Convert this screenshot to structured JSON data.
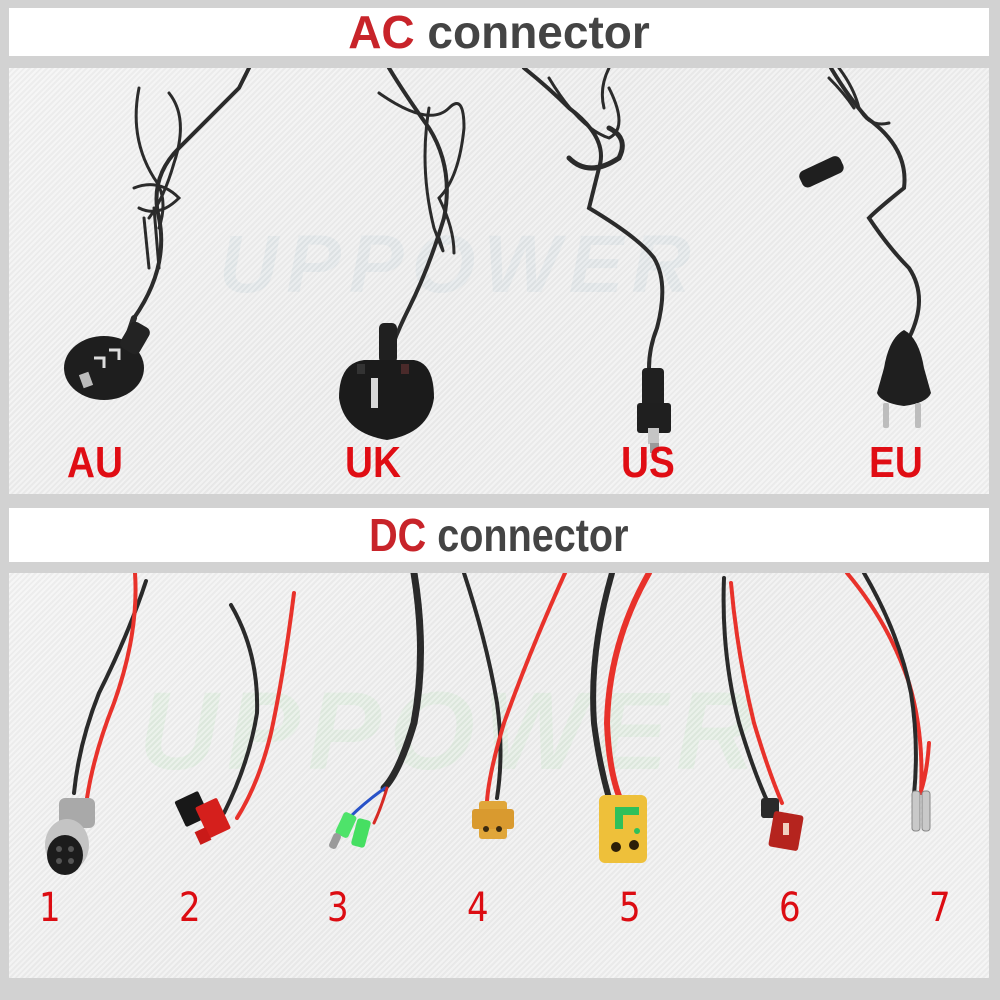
{
  "ac_section": {
    "title_accent": "AC",
    "title_rest": " connector",
    "watermark": "UPPOWER",
    "plugs": [
      {
        "label": "AU",
        "type": "australian-plug"
      },
      {
        "label": "UK",
        "type": "british-plug"
      },
      {
        "label": "US",
        "type": "us-plug"
      },
      {
        "label": "EU",
        "type": "european-plug"
      }
    ]
  },
  "dc_section": {
    "title_accent": "DC",
    "title_rest": " connector",
    "watermark": "UPPOWER",
    "connectors": [
      {
        "label": "1",
        "type": "gx-aviation-connector"
      },
      {
        "label": "2",
        "type": "anderson-powerpole-connector"
      },
      {
        "label": "3",
        "type": "green-spade-terminal-connector"
      },
      {
        "label": "4",
        "type": "xt60-connector"
      },
      {
        "label": "5",
        "type": "xt90-anti-spark-connector"
      },
      {
        "label": "6",
        "type": "t-plug-deans-connector"
      },
      {
        "label": "7",
        "type": "bullet-terminal-connector"
      }
    ]
  },
  "colors": {
    "accent_red": "#c8242a",
    "title_gray": "#444444",
    "label_red": "#e00d14",
    "frame_gray": "#d2d2d2",
    "header_bg": "#ffffff",
    "wire_red": "#e8322b",
    "wire_black": "#2a2a2a"
  }
}
